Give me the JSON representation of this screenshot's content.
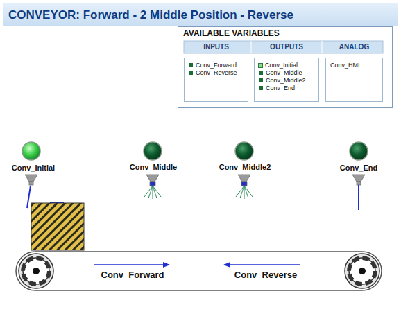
{
  "diagram": {
    "title": "CONVEYOR: Forward - 2 Middle Position - Reverse",
    "nodes": [
      {
        "text": [
          "AVAILABLE VARIABLES"
        ]
      },
      {
        "text": [
          "INPUTS",
          "Conv_Forward",
          "Conv_Reverse"
        ],
        "in": 0
      },
      {
        "text": [
          "OUTPUTS",
          "Conv_Initial",
          "Conv_Middle",
          "Conv_Middle2",
          "Conv_End"
        ],
        "in": 0
      },
      {
        "text": [
          "ANALOG",
          "Conv_HMI"
        ],
        "in": 0
      }
    ],
    "labels": [
      "Conv_Initial",
      "Conv_Middle",
      "Conv_Middle2",
      "Conv_End",
      "Conv_Forward",
      "Conv_Reverse"
    ]
  }
}
